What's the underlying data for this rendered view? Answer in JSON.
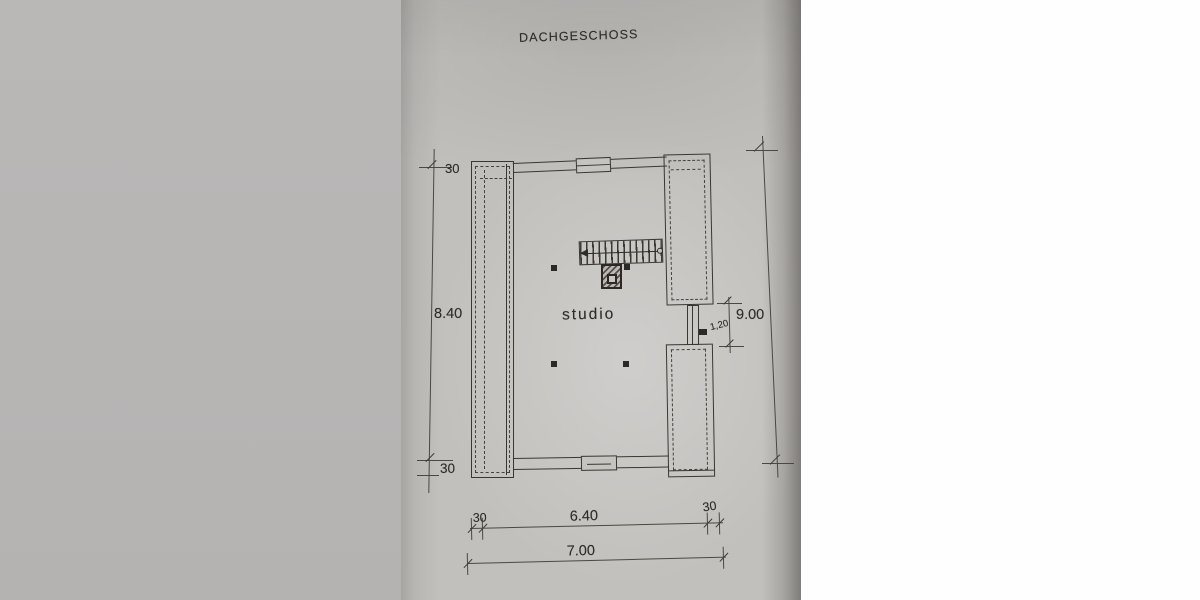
{
  "title": "DACHGESCHOSS",
  "plan": {
    "room_label": "studio",
    "elements": [
      "knee-wall-left",
      "knee-wall-right-upper",
      "knee-wall-right-lower",
      "top-wall-with-window",
      "bottom-wall-with-window",
      "staircase",
      "chimney",
      "roof-posts",
      "door-opening"
    ]
  },
  "dimensions": {
    "left_top_offset": "30",
    "left_height": "8.40",
    "left_bottom_offset": "30",
    "right_height": "9.00",
    "right_door_segment": "1,20",
    "bottom_left_offset": "30",
    "bottom_inner_width": "6.40",
    "bottom_right_offset": "30",
    "bottom_total_width": "7.00"
  },
  "colors": {
    "paper": "#c2c0bd",
    "left_margin": "#b7b5b4",
    "right_margin": "#fefefe",
    "ink": "#3a3633"
  }
}
